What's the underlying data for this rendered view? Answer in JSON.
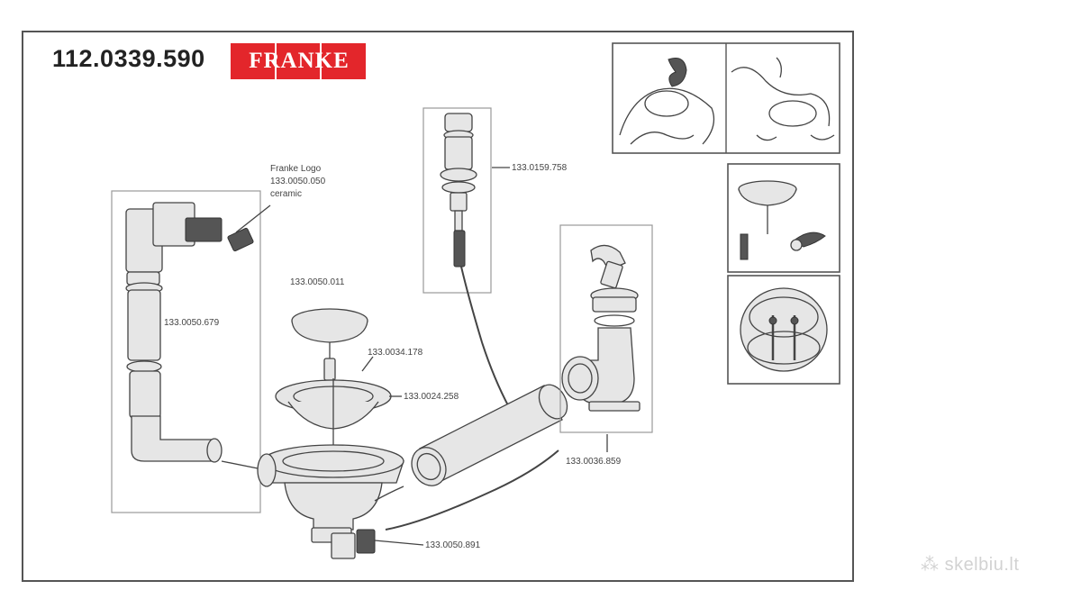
{
  "header": {
    "part_number": "112.0339.590",
    "brand": "FRANKE"
  },
  "callouts": {
    "logo_note_line1": "Franke Logo",
    "logo_note_line2": "133.0050.050",
    "logo_note_line3": "ceramic",
    "overflow_pipe": "133.0050.679",
    "strainer_cap": "133.0050.011",
    "post": "133.0034.178",
    "basket": "133.0024.258",
    "cable_knob": "133.0159.758",
    "trap": "133.0036.859",
    "drain_body": "133.0050.891"
  },
  "watermark": "skelbiu.lt",
  "colors": {
    "brand_red": "#e3262b",
    "ink": "#444444"
  }
}
